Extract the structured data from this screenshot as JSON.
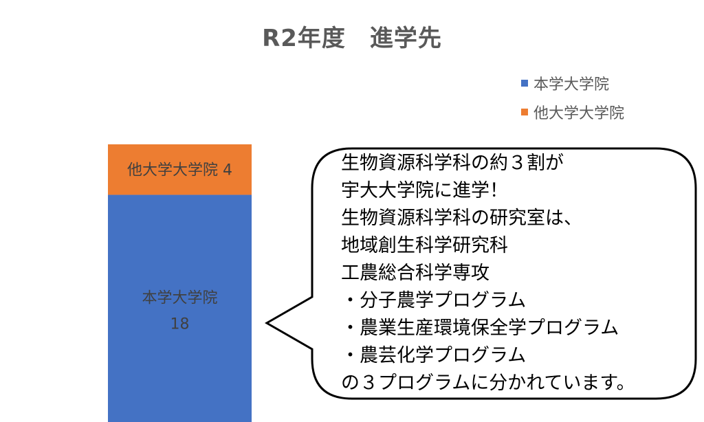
{
  "chart_data": {
    "type": "bar",
    "stacked": true,
    "title": "R2年度　進学先",
    "categories": [
      ""
    ],
    "series": [
      {
        "name": "本学大学院",
        "values": [
          18
        ],
        "color": "#4472C4",
        "label": "18"
      },
      {
        "name": "他大学大学院",
        "values": [
          4
        ],
        "color": "#ED7D31",
        "label": "4"
      }
    ],
    "legend_position": "top-right",
    "grid": false
  },
  "callout": {
    "lines": [
      "生物資源科学科の約３割が",
      "宇大大学院に進学！",
      "生物資源科学科の研究室は、",
      "地域創生科学研究科",
      "工農総合科学専攻",
      "・分子農学プログラム",
      "・農業生産環境保全学プログラム",
      "・農芸化学プログラム",
      "の３プログラムに分かれています。"
    ]
  }
}
